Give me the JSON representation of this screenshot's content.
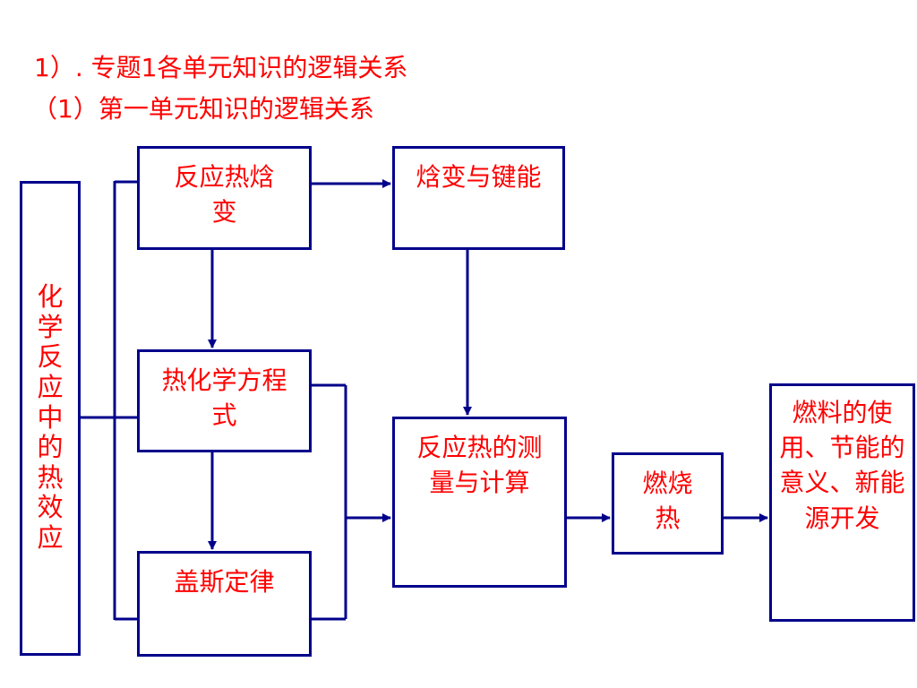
{
  "headings": {
    "line1": "1）. 专题1各单元知识的逻辑关系",
    "line2": "（1）第一单元知识的逻辑关系"
  },
  "nodes": {
    "root": "化学反应中的热效应",
    "reaction_heat": "反应热焓变",
    "bond_energy": "焓变与键能",
    "thermo_equation": "热化学方程式",
    "hess_law": "盖斯定律",
    "measurement": "反应热的测量与计算",
    "combustion_heat": "燃烧热",
    "fuel": "燃料的使用、节能的意义、新能源开发"
  },
  "colors": {
    "text": "#ff0000",
    "border": "#00008b",
    "line": "#00008b"
  }
}
